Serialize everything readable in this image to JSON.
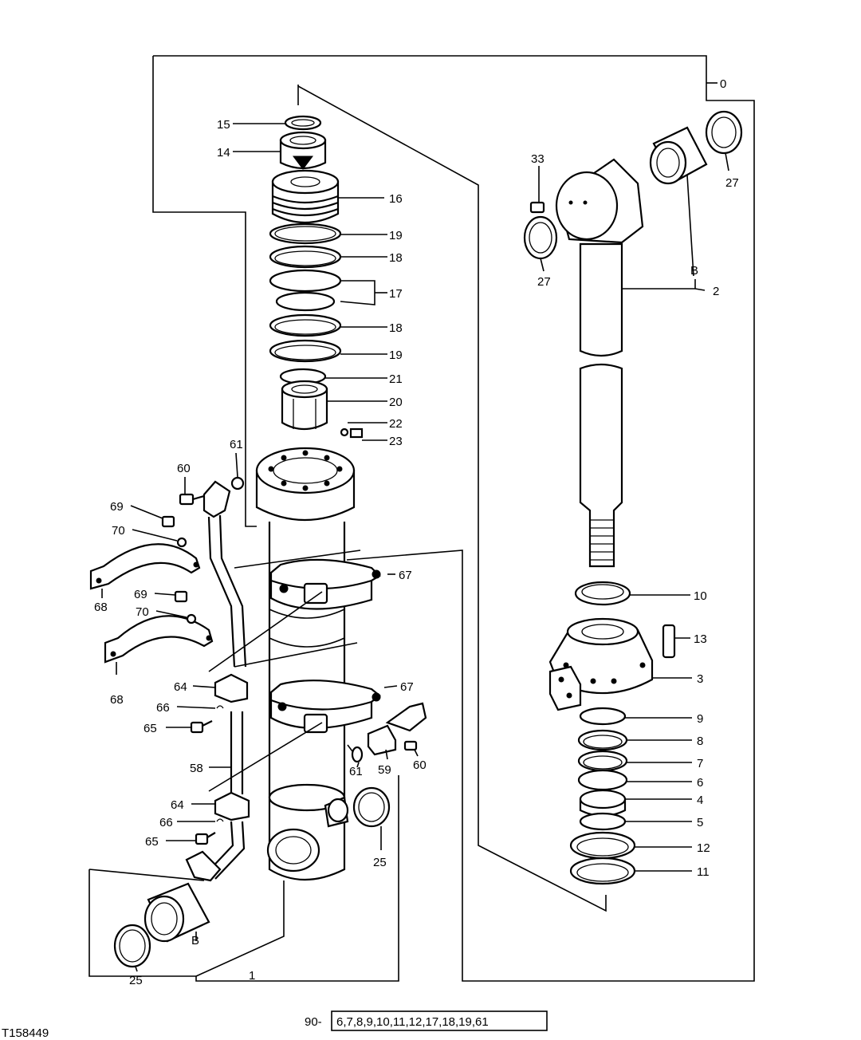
{
  "figure_id": "T158449",
  "kit": {
    "prefix": "90-",
    "items": "6,7,8,9,10,11,12,17,18,19,61"
  },
  "callouts": {
    "c0": "0",
    "c1": "1",
    "c2": "2",
    "c3": "3",
    "c4": "4",
    "c5": "5",
    "c6": "6",
    "c7": "7",
    "c8": "8",
    "c9": "9",
    "c10": "10",
    "c11": "11",
    "c12": "12",
    "c13": "13",
    "c14": "14",
    "c15": "15",
    "c16": "16",
    "c17": "17",
    "c18a": "18",
    "c18b": "18",
    "c19a": "19",
    "c19b": "19",
    "c20": "20",
    "c21": "21",
    "c22": "22",
    "c23": "23",
    "c25a": "25",
    "c25b": "25",
    "c27a": "27",
    "c27b": "27",
    "c33": "33",
    "c58": "58",
    "c59": "59",
    "c60a": "60",
    "c60b": "60",
    "c61a": "61",
    "c61b": "61",
    "c64a": "64",
    "c64b": "64",
    "c65a": "65",
    "c65b": "65",
    "c66a": "66",
    "c66b": "66",
    "c67a": "67",
    "c67b": "67",
    "c68a": "68",
    "c68b": "68",
    "c69a": "69",
    "c69b": "69",
    "c70a": "70",
    "c70b": "70",
    "cBa": "B",
    "cBb": "B"
  }
}
